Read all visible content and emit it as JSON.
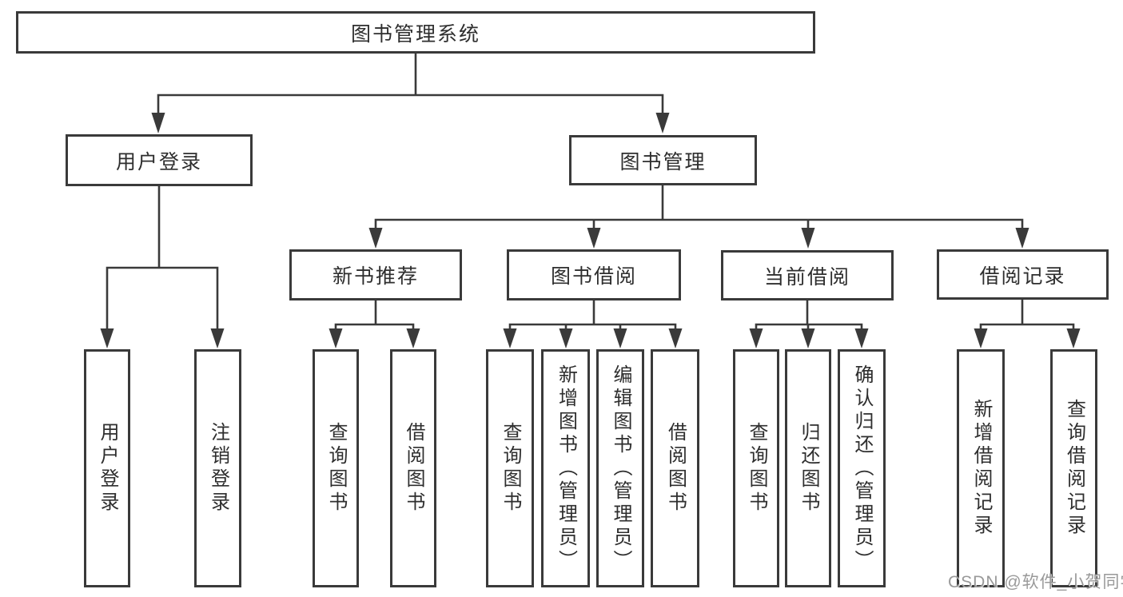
{
  "diagram": {
    "root": {
      "label": "图书管理系统"
    },
    "branches": [
      {
        "label": "用户登录",
        "children": [
          {
            "label": "用户登录"
          },
          {
            "label": "注销登录"
          }
        ]
      },
      {
        "label": "图书管理",
        "children": [
          {
            "label": "新书推荐",
            "children": [
              {
                "label": "查询图书"
              },
              {
                "label": "借阅图书"
              }
            ]
          },
          {
            "label": "图书借阅",
            "children": [
              {
                "label": "查询图书"
              },
              {
                "label": "新增图书（管理员）"
              },
              {
                "label": "编辑图书（管理员）"
              },
              {
                "label": "借阅图书"
              }
            ]
          },
          {
            "label": "当前借阅",
            "children": [
              {
                "label": "查询图书"
              },
              {
                "label": "归还图书"
              },
              {
                "label": "确认归还（管理员）"
              }
            ]
          },
          {
            "label": "借阅记录",
            "children": [
              {
                "label": "新增借阅记录"
              },
              {
                "label": "查询借阅记录"
              }
            ]
          }
        ]
      }
    ]
  },
  "watermark": {
    "text": "CSDN @软件_小贺同学"
  },
  "colors": {
    "line": "#3a3a3a",
    "text": "#2e2e2e",
    "background": "#ffffff",
    "watermark": "#949494"
  }
}
